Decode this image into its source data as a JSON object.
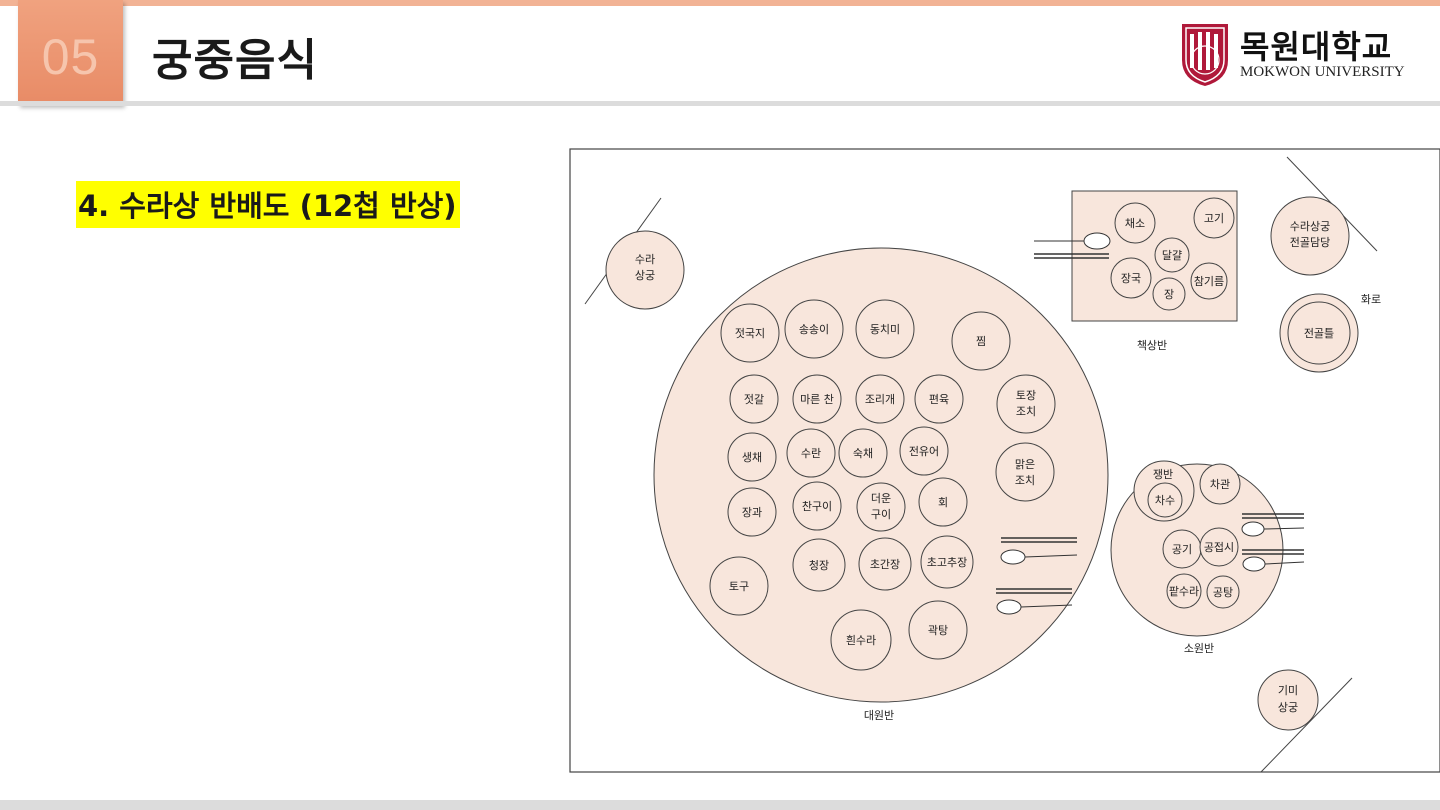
{
  "header": {
    "section_number": "05",
    "title": "궁중음식"
  },
  "logo": {
    "name_ko": "목원대학교",
    "name_en": "MOKWON UNIVERSITY"
  },
  "subtitle": "4. 수라상 반배도 (12첩 반상)",
  "diagram": {
    "people": {
      "sura_sanggung_line1": "수라",
      "sura_sanggung_line2": "상궁",
      "jeongol_line1": "수라상궁",
      "jeongol_line2": "전골담당",
      "gimi_line1": "기미",
      "gimi_line2": "상궁"
    },
    "hwaro": {
      "label": "화로",
      "dish": "전골틀"
    },
    "tables": {
      "daewonban": "대원반",
      "chaeksangban": "책상반",
      "sowonban": "소원반"
    },
    "daewonban_dishes": {
      "jeotgukji": "젓국지",
      "songsongi": "송송이",
      "dongchimi": "동치미",
      "jjim": "찜",
      "jeotgal": "젓갈",
      "mareun_chan": "마른 찬",
      "jorigae": "조리개",
      "pyeonyuk": "편육",
      "tojang_line1": "토장",
      "tojang_line2": "조치",
      "saengchae": "생채",
      "suran": "수란",
      "sukchae": "숙채",
      "jeonyueo": "전유어",
      "malgeun_line1": "맑은",
      "malgeun_line2": "조치",
      "janggwa": "장과",
      "chan_gui": "찬구이",
      "deoun_line1": "더운",
      "deoun_line2": "구이",
      "hoe": "회",
      "cheongjang": "청장",
      "chogangjang": "초간장",
      "chogochujang": "초고추장",
      "togu": "토구",
      "huinsura": "흰수라",
      "gwaktang": "곽탕"
    },
    "chaeksang_dishes": {
      "chaeso": "채소",
      "gogi": "고기",
      "dalgyal": "달걀",
      "janggguk": "장국",
      "chamgireum": "참기름",
      "jang": "장"
    },
    "sowon_dishes": {
      "jaengban": "쟁반",
      "chasu": "차수",
      "chagwan": "차관",
      "gonggi": "공기",
      "gongjeopsi": "공접시",
      "patsura": "팥수라",
      "gongtang": "공탕"
    }
  },
  "colors": {
    "accent": "#e88b66",
    "plate_fill": "#f8e6dc",
    "highlight": "#ffff00"
  }
}
